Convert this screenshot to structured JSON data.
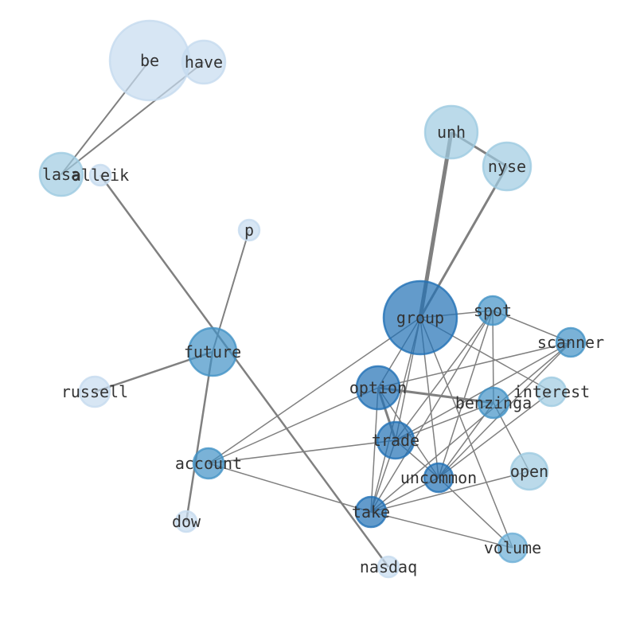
{
  "graph": {
    "type": "network",
    "edge_color": "#808080",
    "nodes": [
      {
        "id": "be",
        "label": "be",
        "color": "#c6dbef",
        "weight": 5
      },
      {
        "id": "have",
        "label": "have",
        "color": "#c6dbef",
        "weight": 2
      },
      {
        "id": "lasa",
        "label": "lasa",
        "color": "#9ecae1",
        "weight": 2
      },
      {
        "id": "alleik",
        "label": "alleik",
        "color": "#c6dbef",
        "weight": 1
      },
      {
        "id": "p",
        "label": "p",
        "color": "#c6dbef",
        "weight": 1
      },
      {
        "id": "unh",
        "label": "unh",
        "color": "#9ecae1",
        "weight": 3
      },
      {
        "id": "nyse",
        "label": "nyse",
        "color": "#9ecae1",
        "weight": 3
      },
      {
        "id": "group",
        "label": "group",
        "color": "#2171b5",
        "weight": 5
      },
      {
        "id": "spot",
        "label": "spot",
        "color": "#4292c6",
        "weight": 2
      },
      {
        "id": "scanner",
        "label": "scanner",
        "color": "#4292c6",
        "weight": 2
      },
      {
        "id": "option",
        "label": "option",
        "color": "#2171b5",
        "weight": 3
      },
      {
        "id": "benzinga",
        "label": "benzinga",
        "color": "#4292c6",
        "weight": 2
      },
      {
        "id": "interest",
        "label": "interest",
        "color": "#9ecae1",
        "weight": 2
      },
      {
        "id": "trade",
        "label": "trade",
        "color": "#2171b5",
        "weight": 2
      },
      {
        "id": "open",
        "label": "open",
        "color": "#9ecae1",
        "weight": 2
      },
      {
        "id": "uncommon",
        "label": "uncommon",
        "color": "#2171b5",
        "weight": 2
      },
      {
        "id": "take",
        "label": "take",
        "color": "#2171b5",
        "weight": 2
      },
      {
        "id": "volume",
        "label": "volume",
        "color": "#6baed6",
        "weight": 2
      },
      {
        "id": "future",
        "label": "future",
        "color": "#4292c6",
        "weight": 3
      },
      {
        "id": "russell",
        "label": "russell",
        "color": "#c6dbef",
        "weight": 2
      },
      {
        "id": "account",
        "label": "account",
        "color": "#4292c6",
        "weight": 2
      },
      {
        "id": "dow",
        "label": "dow",
        "color": "#c6dbef",
        "weight": 1
      },
      {
        "id": "nasdaq",
        "label": "nasdaq",
        "color": "#c6dbef",
        "weight": 1
      }
    ],
    "edges": [
      [
        "be",
        "lasa",
        2
      ],
      [
        "have",
        "lasa",
        2
      ],
      [
        "alleik",
        "nasdaq",
        2.5
      ],
      [
        "p",
        "future",
        2
      ],
      [
        "future",
        "russell",
        2.5
      ],
      [
        "future",
        "dow",
        2.5
      ],
      [
        "unh",
        "nyse",
        3
      ],
      [
        "unh",
        "group",
        5
      ],
      [
        "nyse",
        "group",
        3
      ],
      [
        "group",
        "spot",
        1.5
      ],
      [
        "group",
        "option",
        1.5
      ],
      [
        "group",
        "trade",
        1.5
      ],
      [
        "group",
        "uncommon",
        1.5
      ],
      [
        "group",
        "take",
        1.5
      ],
      [
        "group",
        "volume",
        1.5
      ],
      [
        "group",
        "interest",
        1.5
      ],
      [
        "group",
        "account",
        1.5
      ],
      [
        "spot",
        "scanner",
        1.5
      ],
      [
        "spot",
        "benzinga",
        1.5
      ],
      [
        "spot",
        "trade",
        1.5
      ],
      [
        "spot",
        "uncommon",
        1.5
      ],
      [
        "spot",
        "take",
        1.5
      ],
      [
        "scanner",
        "option",
        1.5
      ],
      [
        "scanner",
        "take",
        1.5
      ],
      [
        "scanner",
        "uncommon",
        1.5
      ],
      [
        "scanner",
        "trade",
        1.5
      ],
      [
        "option",
        "benzinga",
        3
      ],
      [
        "option",
        "trade",
        3
      ],
      [
        "option",
        "take",
        1.5
      ],
      [
        "option",
        "uncommon",
        1.5
      ],
      [
        "option",
        "account",
        1.5
      ],
      [
        "trade",
        "account",
        1.5
      ],
      [
        "trade",
        "uncommon",
        1.5
      ],
      [
        "trade",
        "take",
        1.5
      ],
      [
        "trade",
        "benzinga",
        1.5
      ],
      [
        "uncommon",
        "take",
        1.5
      ],
      [
        "uncommon",
        "volume",
        1.5
      ],
      [
        "uncommon",
        "benzinga",
        1.5
      ],
      [
        "uncommon",
        "interest",
        1.5
      ],
      [
        "take",
        "open",
        1.5
      ],
      [
        "take",
        "volume",
        1.5
      ],
      [
        "take",
        "account",
        1.5
      ],
      [
        "benzinga",
        "open",
        1.5
      ]
    ]
  }
}
